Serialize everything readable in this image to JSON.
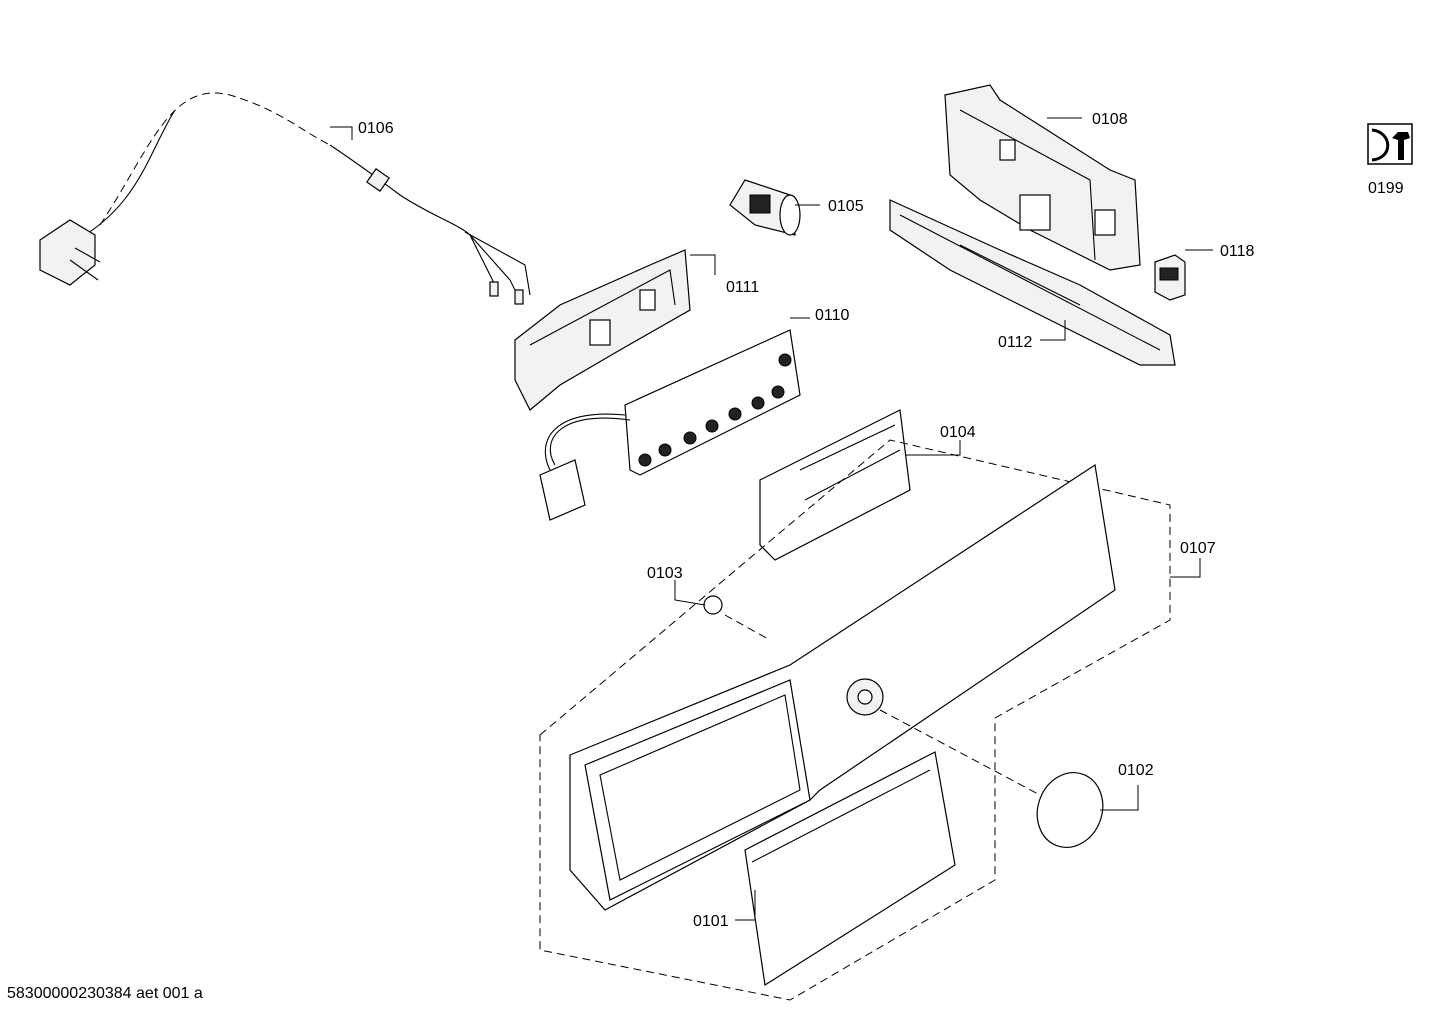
{
  "parts": [
    {
      "id": "0101"
    },
    {
      "id": "0102"
    },
    {
      "id": "0103"
    },
    {
      "id": "0104"
    },
    {
      "id": "0105"
    },
    {
      "id": "0106"
    },
    {
      "id": "0107"
    },
    {
      "id": "0108"
    },
    {
      "id": "0110"
    },
    {
      "id": "0111"
    },
    {
      "id": "0112"
    },
    {
      "id": "0118"
    },
    {
      "id": "0199"
    }
  ],
  "footer": "58300000230384 aet 001 a",
  "icons": {
    "tool": "wrench-icon"
  }
}
